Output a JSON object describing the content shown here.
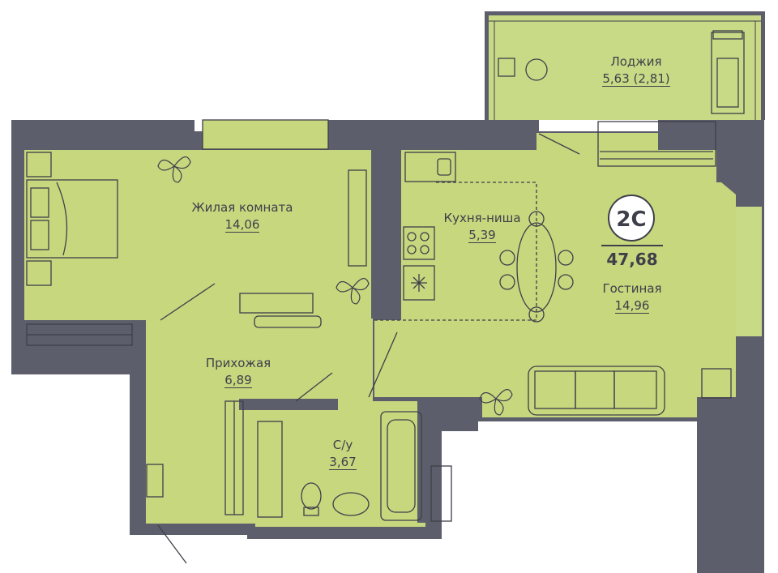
{
  "plan": {
    "apartment_type": "2С",
    "total_area": "47,68",
    "colors": {
      "floor": "#c7d77e",
      "loggia": "#c9da86",
      "wall": "#5d5e6b",
      "ink": "#3f3f4a",
      "background": "#ffffff"
    },
    "rooms": [
      {
        "id": "living-room",
        "name": "Жилая комната",
        "area": "14,06"
      },
      {
        "id": "kitchen-niche",
        "name": "Кухня-ниша",
        "area": "5,39"
      },
      {
        "id": "lounge",
        "name": "Гостиная",
        "area": "14,96"
      },
      {
        "id": "hallway",
        "name": "Прихожая",
        "area": "6,89"
      },
      {
        "id": "bathroom",
        "name": "С/у",
        "area": "3,67"
      },
      {
        "id": "loggia",
        "name": "Лоджия",
        "area": "5,63 (2,81)"
      }
    ],
    "icons": [
      "bed-icon",
      "wardrobe-icon",
      "plant-icon",
      "sink-icon",
      "stove-icon",
      "fridge-icon",
      "dining-table-icon",
      "sofa-icon",
      "desk-icon",
      "treadmill-icon",
      "toilet-icon",
      "washbasin-icon",
      "bathtub-icon",
      "shoe-rack-icon"
    ]
  }
}
